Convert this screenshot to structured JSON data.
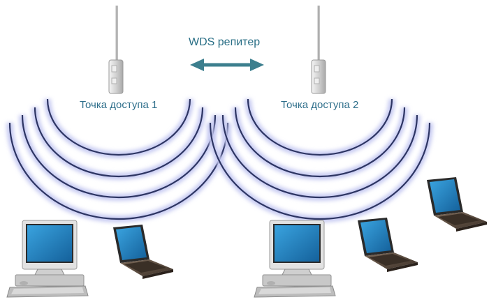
{
  "link_label": "WDS репитер",
  "access_points": [
    {
      "label": "Точка доступа 1"
    },
    {
      "label": "Точка доступа 2"
    }
  ],
  "colors": {
    "wave": "#aab0e6",
    "wave_core": "#2d3563",
    "arrow": "#3c7f8e",
    "label_text": "#2f6f8b",
    "screen": "#1f86c9",
    "laptop_body": "#5a4a3c",
    "monitor_body": "#d7d7d7"
  },
  "icons": [
    "antenna-icon",
    "desktop-computer-icon",
    "laptop-icon",
    "double-arrow-icon"
  ]
}
